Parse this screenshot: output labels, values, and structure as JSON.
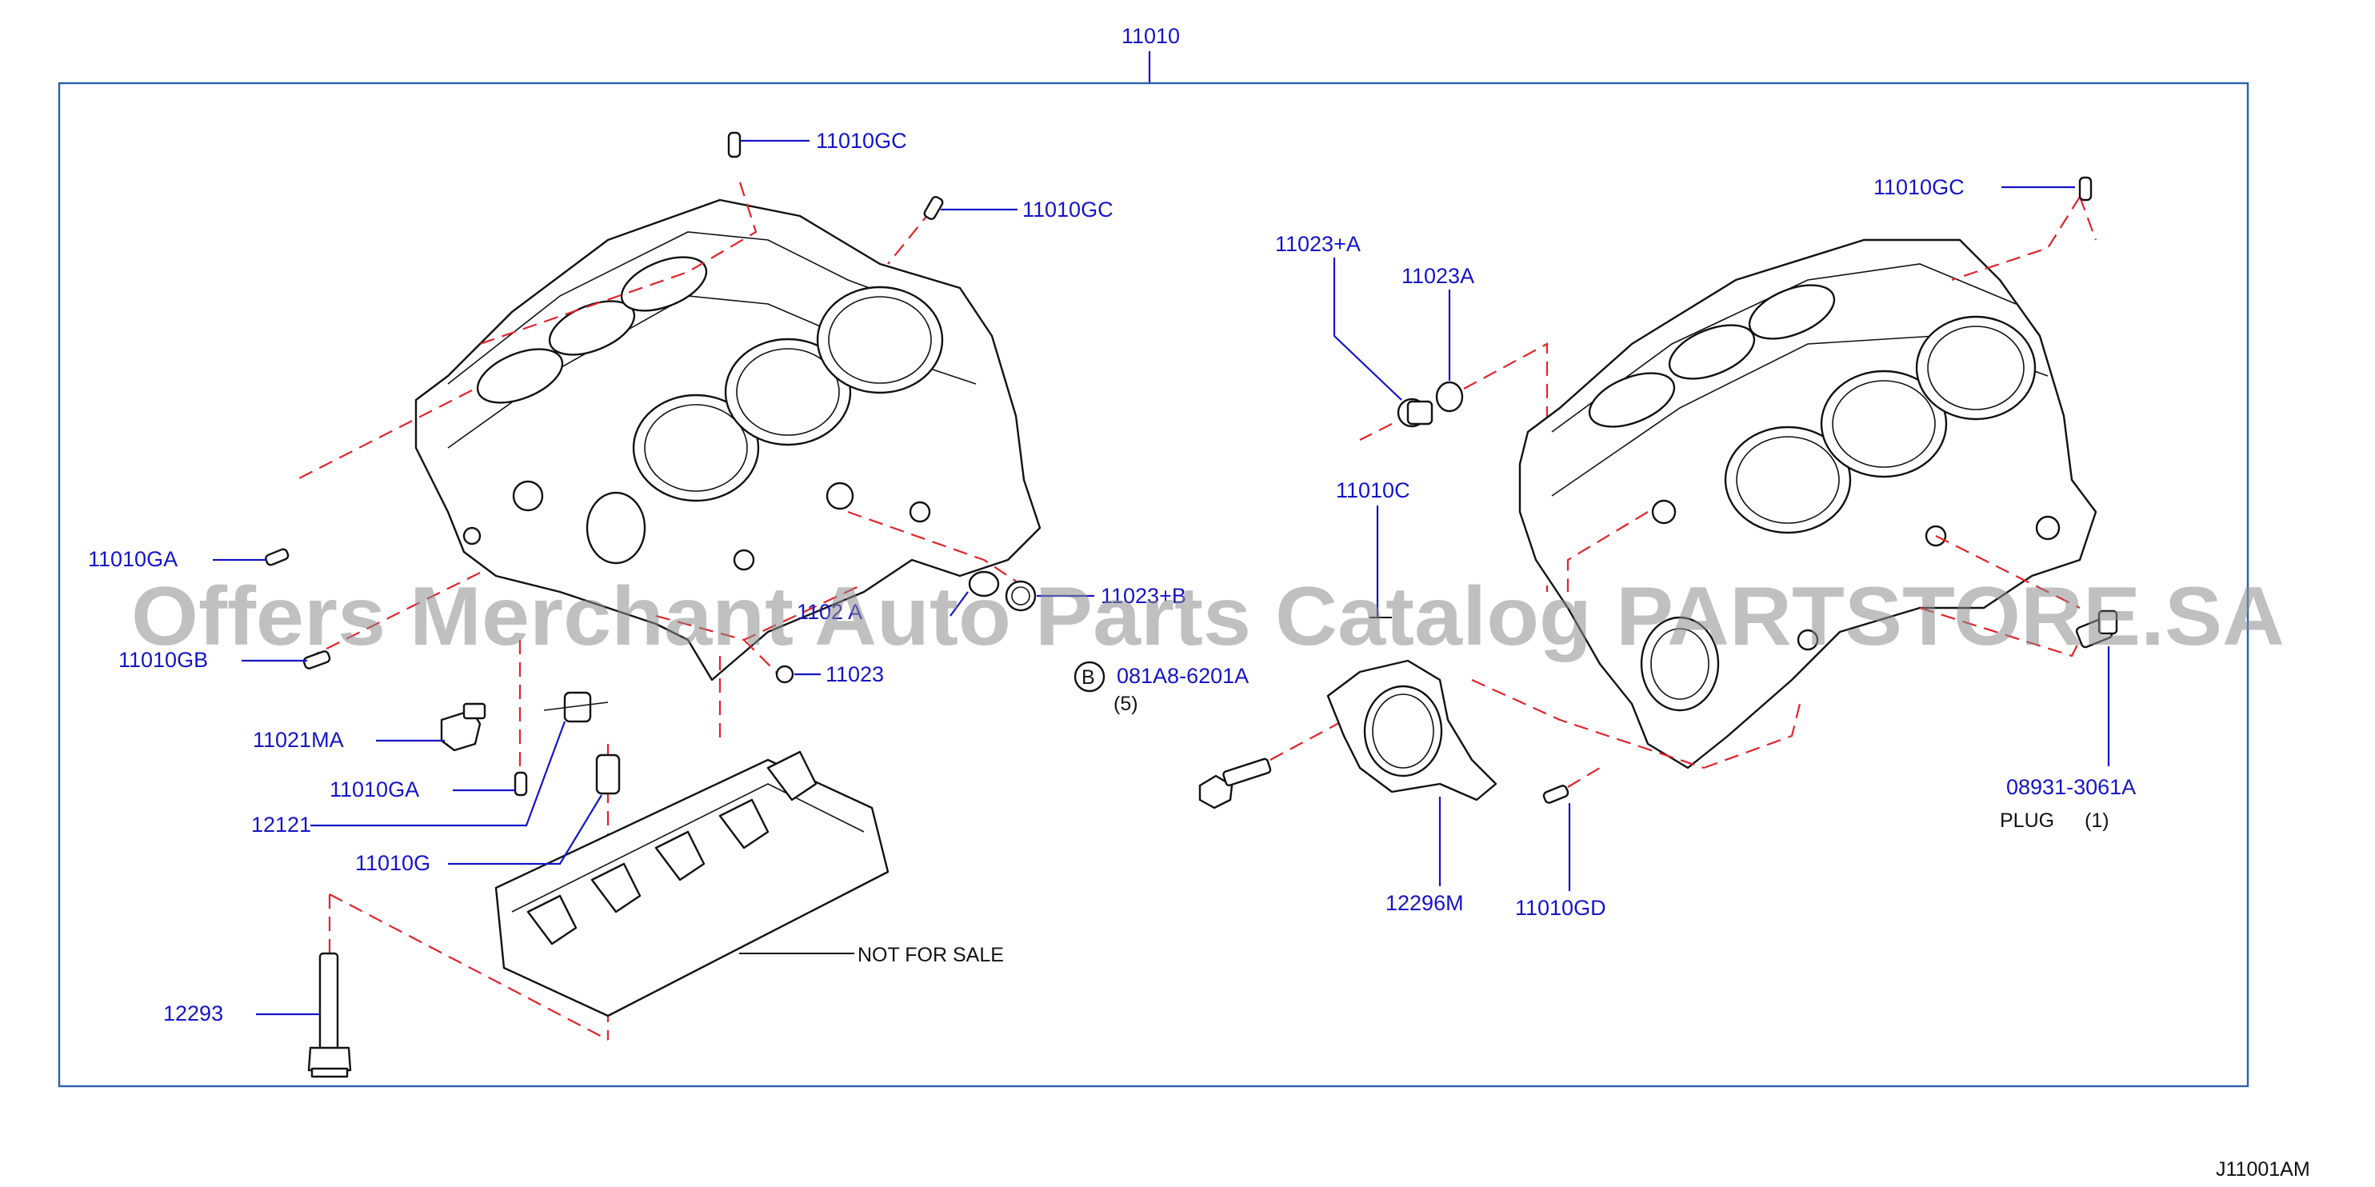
{
  "diagram": {
    "top_label": "11010",
    "diagram_code": "J11001AM",
    "watermark": "Offers Merchant Auto Parts Catalog PARTSTORE.SA",
    "colors": {
      "label": "#1414c8",
      "dash": "#e0242a",
      "frame": "#2b5fb0",
      "line": "#111111"
    }
  },
  "labels": {
    "gc_top": "11010GC",
    "gc_mid": "11010GC",
    "gc_right": "11010GC",
    "ga_left": "11010GA",
    "gb": "11010GB",
    "a_partial": "1102 A",
    "b_partial": "11023+B",
    "p11023": "11023",
    "ma": "11021MA",
    "ga_lower": "11010GA",
    "p12121": "12121",
    "g": "11010G",
    "nfs": "NOT   FOR   SALE",
    "p12293": "12293",
    "aplus": "11023+A",
    "a": "11023A",
    "c": "11010C",
    "bolt_code": "081A8-6201A",
    "bolt_qty": "(5)",
    "bolt_badge": "B",
    "seal": "12296M",
    "gd": "11010GD",
    "plug_code": "08931-3061A",
    "plug_word": "PLUG",
    "plug_qty": "(1)"
  }
}
